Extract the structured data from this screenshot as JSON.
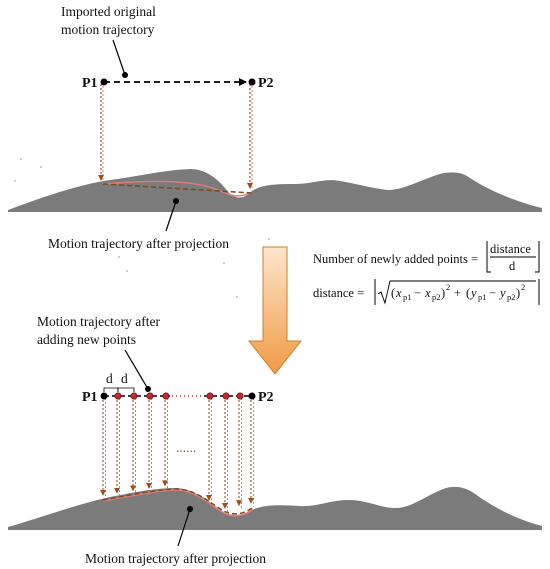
{
  "labels": {
    "imported_line1": "Imported original",
    "imported_line2": "motion trajectory",
    "proj_top": "Motion trajectory after projection",
    "added_line1": "Motion trajectory after",
    "added_line2": "adding new points",
    "proj_bottom": "Motion trajectory after projection",
    "p1": "P1",
    "p2": "P2",
    "d": "d",
    "dots": "......"
  },
  "formulas": {
    "count_text": "Number of newly added points =",
    "numerator": "distance",
    "denominator": "d",
    "dist_text": "distance =",
    "x": "x",
    "y": "y",
    "p1": "p1",
    "p2": "p2",
    "minus": "−",
    "plus": "+",
    "sq": "2"
  },
  "colors": {
    "terrain": "#7b7b7b",
    "trajectory": "#000000",
    "projection_guide": "#e27a7a",
    "projection_arrow": "#a14d18",
    "added_point": "#c42828",
    "arrow_top": "#fde3c6",
    "arrow_bottom": "#f0a04e",
    "arrow_stroke": "#c8802e"
  }
}
